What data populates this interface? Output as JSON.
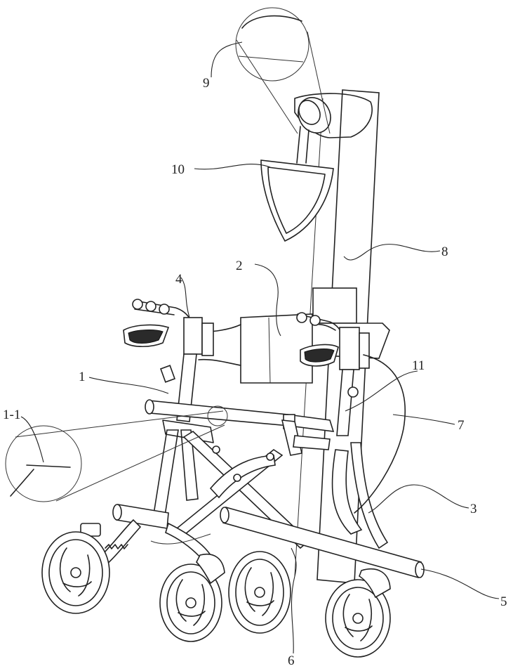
{
  "labels": {
    "l1": "1",
    "l1_1": "1-1",
    "l2": "2",
    "l3": "3",
    "l4": "4",
    "l5": "5",
    "l6": "6",
    "l7": "7",
    "l8": "8",
    "l9": "9",
    "l10": "10",
    "l11": "11"
  }
}
